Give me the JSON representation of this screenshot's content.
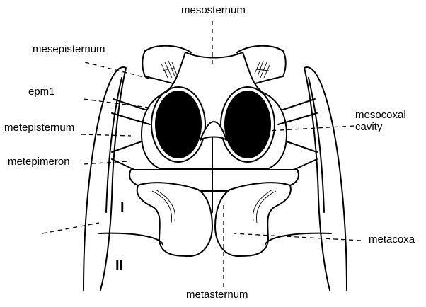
{
  "labels": {
    "mesosternum": "mesosternum",
    "mesepisternum": "mesepisternum",
    "epm1": "epm1",
    "metepisternum": "metepisternum",
    "metepimeron": "metepimeron",
    "mesocoxal_cavity": "mesocoxal\ncavity",
    "metacoxa": "metacoxa",
    "metasternum": "metasternum"
  },
  "segments": {
    "first": "I",
    "second": "II"
  }
}
